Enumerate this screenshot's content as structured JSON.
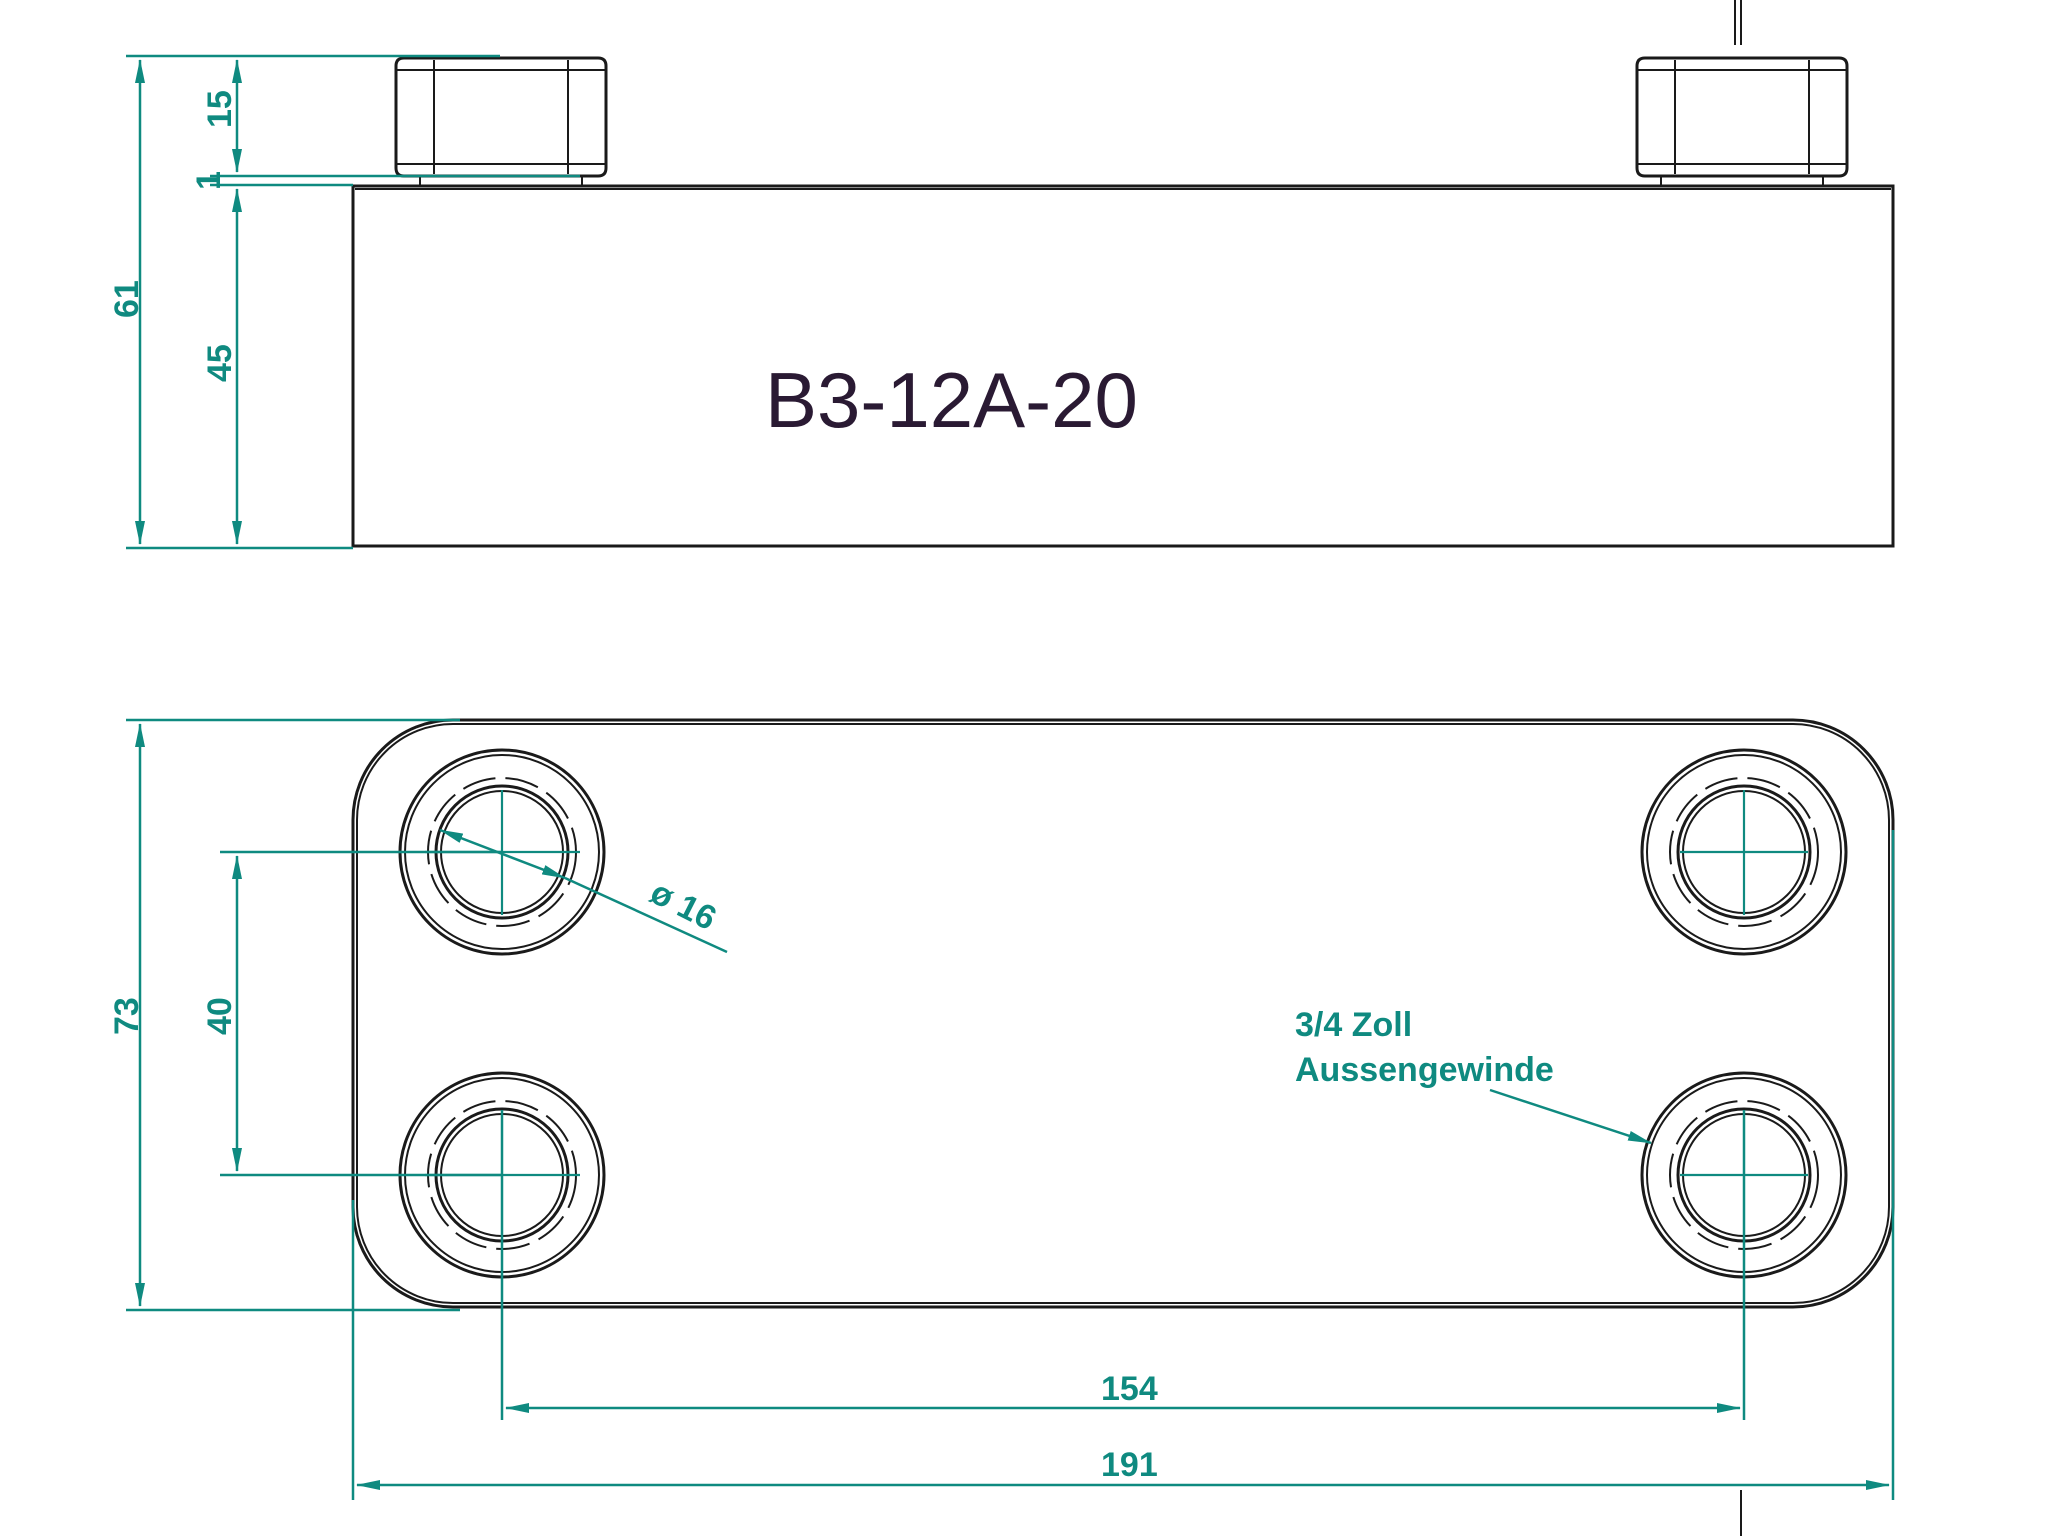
{
  "model": {
    "label": "B3-12A-20"
  },
  "dimensions": {
    "total_height": "61",
    "fitting_height": "15",
    "gasket": "1",
    "body_height": "45",
    "width": "73",
    "port_vertical_spacing": "40",
    "port_diameter": "ø 16",
    "port_horizontal_spacing": "154",
    "overall_length": "191"
  },
  "annotation": {
    "thread_line1": "3/4 Zoll",
    "thread_line2": "Aussengewinde"
  },
  "colors": {
    "dimension": "#0f8a80",
    "part": "#1a1a1a",
    "model_text": "#2a1a33"
  }
}
